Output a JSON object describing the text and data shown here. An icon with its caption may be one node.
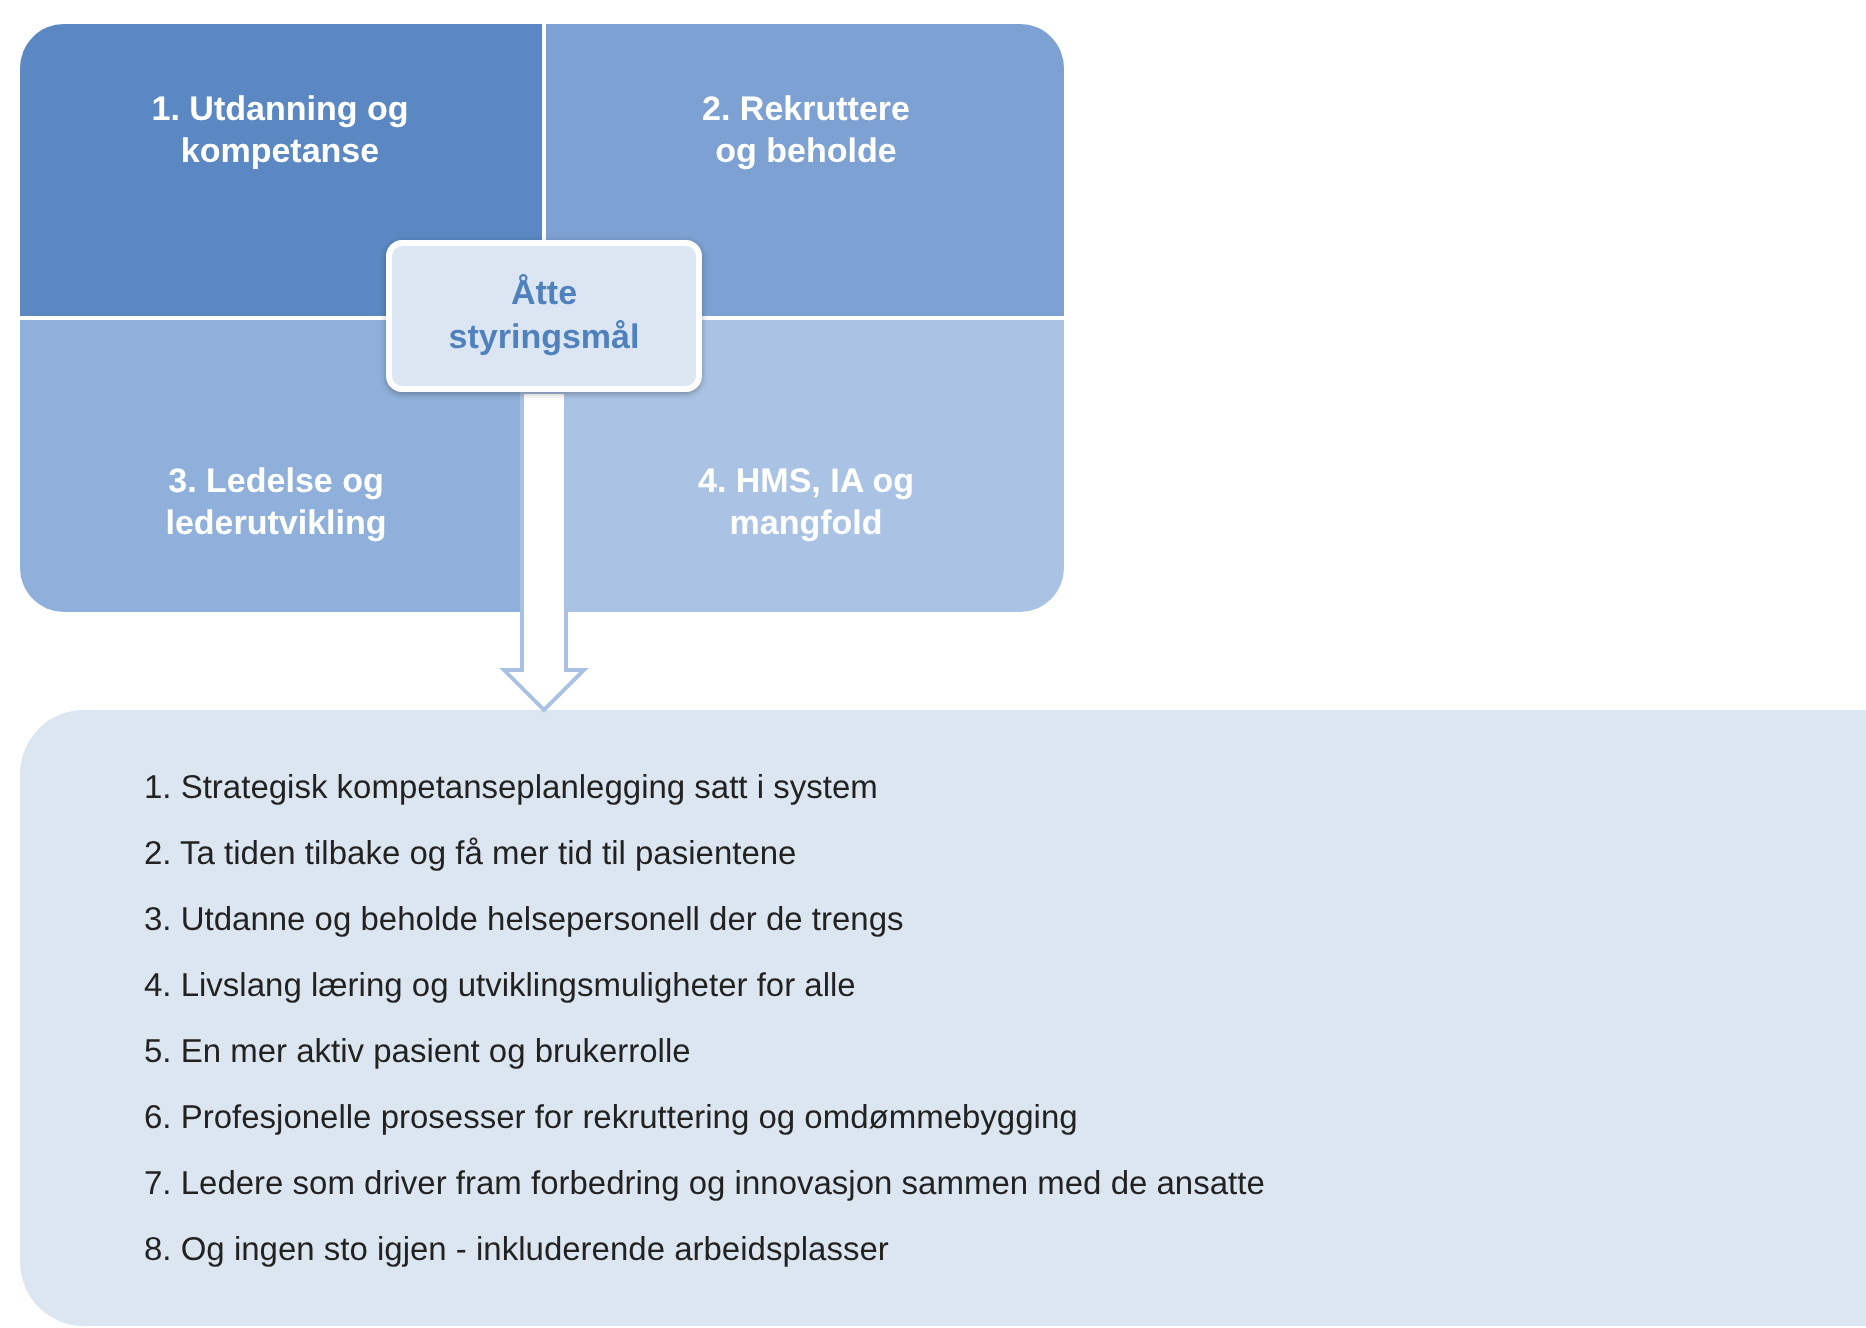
{
  "diagram": {
    "nodes": [
      {
        "text": [
          "1. Utdanning og kompetanse"
        ]
      },
      {
        "text": [
          "2. Rekruttere og beholde"
        ]
      },
      {
        "text": [
          "3. Ledelse og lederutvikling"
        ]
      },
      {
        "text": [
          "4. HMS, IA og mangfold"
        ]
      },
      {
        "text": [
          "Åtte styringsmål"
        ]
      },
      {
        "text": [
          "1. Strategisk kompetanseplanlegging satt i system",
          "2. Ta tiden tilbake og få mer tid til pasientene",
          "3. Utdanne og beholde helsepersonell der de trengs",
          "4. Livslang læring og utviklingsmuligheter for alle",
          "5. En mer aktiv pasient og brukerrolle",
          "6. Profesjonelle prosesser for rekruttering og omdømmebygging",
          "7. Ledere som driver fram forbedring og innovasjon sammen med de ansatte",
          "8. Og ingen sto igjen - inkluderende arbeidsplasser"
        ]
      }
    ],
    "edges": [
      {
        "from": 4,
        "to": 5,
        "arrow": "to"
      }
    ]
  }
}
